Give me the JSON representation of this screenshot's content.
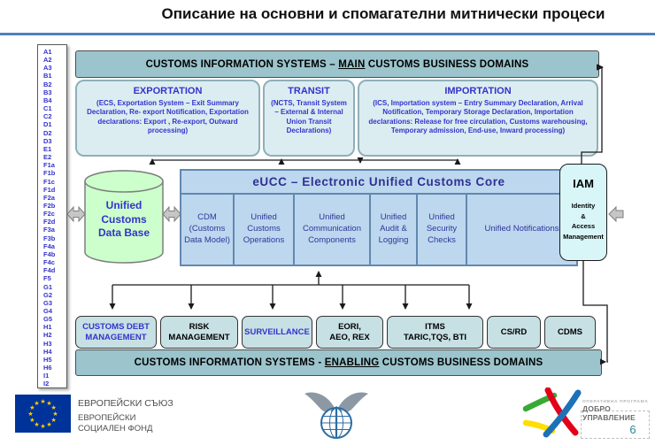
{
  "title": "Описание на основни и спомагателни митнически процеси",
  "page_number": "6",
  "sidebar": {
    "codes": [
      "A1",
      "A2",
      "A3",
      "B1",
      "B2",
      "B3",
      "B4",
      "C1",
      "C2",
      "D1",
      "D2",
      "D3",
      "E1",
      "E2",
      "F1a",
      "F1b",
      "F1c",
      "F1d",
      "F2a",
      "F2b",
      "F2c",
      "F2d",
      "F3a",
      "F3b",
      "F4a",
      "F4b",
      "F4c",
      "F4d",
      "F5",
      "G1",
      "G2",
      "G3",
      "G4",
      "G5",
      "H1",
      "H2",
      "H3",
      "H4",
      "H5",
      "H6",
      "I1",
      "I2"
    ]
  },
  "main_header": {
    "prefix": "CUSTOMS INFORMATION SYSTEMS – ",
    "emphasis": "MAIN",
    "suffix": " CUSTOMS BUSINESS DOMAINS"
  },
  "enabling_header": {
    "prefix": "CUSTOMS INFORMATION SYSTEMS - ",
    "emphasis": "ENABLING",
    "suffix": " CUSTOMS BUSINESS DOMAINS"
  },
  "domains": [
    {
      "title": "EXPORTATION",
      "description": "(ECS, Exportation System – Exit Summary Declaration, Re- export Notification, Exportation declarations: Export , Re-export, Outward processing)"
    },
    {
      "title": "TRANSIT",
      "description": "(NCTS, Transit System – External & Internal Union Transit Declarations)"
    },
    {
      "title": "IMPORTATION",
      "description": "(ICS, Importation system – Entry Summary Declaration, Arrival Notification,  Temporary Storage Declaration, Importation declarations: Release for free circulation, Customs warehousing, Temporary admission, End-use, Inward processing)"
    }
  ],
  "database": {
    "label": "Unified\nCustoms\nData Base"
  },
  "eucc": {
    "title": "eUCC – Electronic Unified Customs Core",
    "components": [
      "CDM (Customs Data Model)",
      "Unified Customs Operations",
      "Unified Communication Components",
      "Unified Audit & Logging",
      "Unified Security Checks",
      "Unified Notifications"
    ]
  },
  "iam": {
    "title": "IAM",
    "subtitle": "Identity\n&\nAccess\nManagement"
  },
  "enabling_systems": [
    {
      "label": "CUSTOMS DEBT\nMANAGEMENT",
      "accent": "blue"
    },
    {
      "label": "RISK\nMANAGEMENT",
      "accent": "black"
    },
    {
      "label": "SURVEILLANCE",
      "accent": "blue"
    },
    {
      "label": "EORI,\nAEO, REX",
      "accent": "black"
    },
    {
      "label": "ITMS\nTARIC,TQS, BTI",
      "accent": "black"
    },
    {
      "label": "CS/RD",
      "accent": "black"
    },
    {
      "label": "CDMS",
      "accent": "black"
    }
  ],
  "footer": {
    "eu": {
      "line1": "ЕВРОПЕЙСКИ СЪЮЗ",
      "line2": "ЕВРОПЕЙСКИ",
      "line3": "СОЦИАЛЕН ФОНД"
    },
    "program": {
      "line1": "ОПЕРАТИВНА ПРОГРАМА",
      "line2": "ДОБРО УПРАВЛЕНИЕ"
    }
  },
  "colors": {
    "accent_rule": "#4F81BD",
    "header_fill": "#9BC4CC",
    "domain_fill": "#DCEDF1",
    "eucc_fill": "#BDD7EE",
    "database_fill": "#CCFFCC",
    "iam_fill": "#D8F6F8",
    "enabling_fill": "#C7E0E4",
    "link_blue": "#3333CC",
    "eu_flag_blue": "#003399",
    "eu_star_yellow": "#FFCC00"
  }
}
